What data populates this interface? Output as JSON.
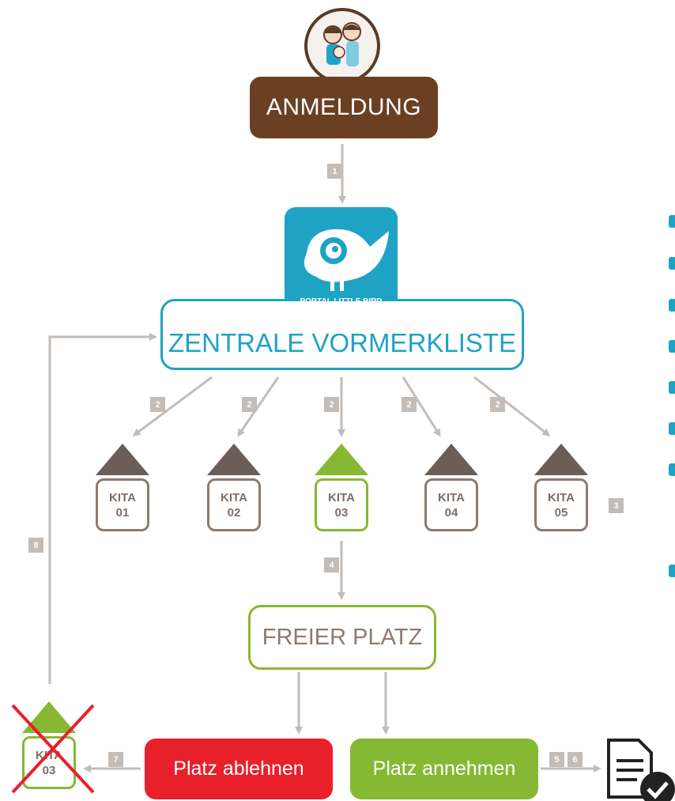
{
  "anmeldung": {
    "label": "ANMELDUNG"
  },
  "portal": {
    "label": "PORTAL LITTLE BIRD"
  },
  "zentrale": {
    "label": "ZENTRALE VORMERKLISTE"
  },
  "kitas": [
    {
      "line1": "KITA",
      "line2": "01",
      "status": "default"
    },
    {
      "line1": "KITA",
      "line2": "02",
      "status": "default"
    },
    {
      "line1": "KITA",
      "line2": "03",
      "status": "selected"
    },
    {
      "line1": "KITA",
      "line2": "04",
      "status": "default"
    },
    {
      "line1": "KITA",
      "line2": "05",
      "status": "default"
    }
  ],
  "freier_platz": {
    "label": "FREIER PLATZ"
  },
  "actions": {
    "ablehnen": "Platz ablehnen",
    "annehmen": "Platz annehmen"
  },
  "rejected_kita": {
    "line1": "KITA",
    "line2": "03"
  },
  "steps": {
    "s1": "1",
    "s2": "2",
    "s3": "3",
    "s4": "4",
    "s5": "5",
    "s6": "6",
    "s7": "7",
    "s8": "8"
  },
  "colors": {
    "brown": "#6a3f22",
    "teal": "#1fa3c4",
    "green": "#86b833",
    "red": "#e8202a",
    "grey": "#c3bcb7",
    "roof_grey": "#6b5e57"
  },
  "icons": [
    "family-icon",
    "bird-logo-icon",
    "document-check-icon"
  ]
}
